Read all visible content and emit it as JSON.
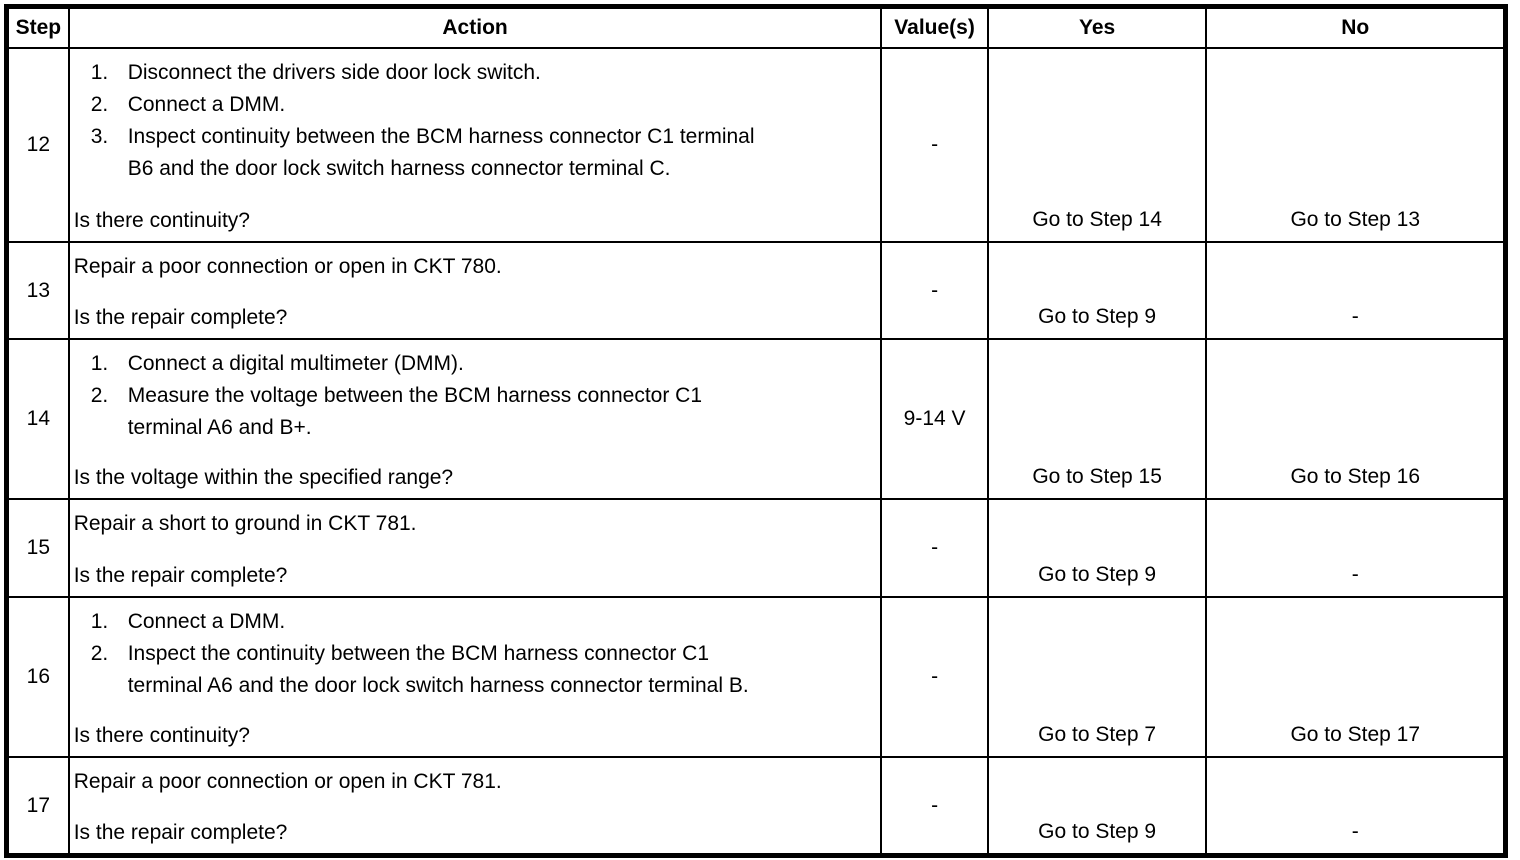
{
  "table": {
    "headers": {
      "step": "Step",
      "action": "Action",
      "values": "Value(s)",
      "yes": "Yes",
      "no": "No"
    },
    "rows": [
      {
        "step": "12",
        "items": [
          {
            "num": "1.",
            "text": "Disconnect the drivers side door lock switch."
          },
          {
            "num": "2.",
            "text": "Connect a DMM."
          },
          {
            "num": "3.",
            "text": "Inspect continuity between the BCM harness connector C1 terminal B6 and the door lock switch harness connector terminal C."
          }
        ],
        "statement": "",
        "question": "Is there continuity?",
        "value": "-",
        "yes": "Go to Step 14",
        "no": "Go to Step 13"
      },
      {
        "step": "13",
        "items": [],
        "statement": "Repair a poor connection or open in CKT 780.",
        "question": "Is the repair complete?",
        "value": "-",
        "yes": "Go to Step 9",
        "no": "-"
      },
      {
        "step": "14",
        "items": [
          {
            "num": "1.",
            "text": "Connect a digital multimeter (DMM)."
          },
          {
            "num": "2.",
            "text": "Measure the voltage between the BCM harness connector C1 terminal A6 and B+."
          }
        ],
        "statement": "",
        "question": "Is the voltage within the specified range?",
        "value": "9-14 V",
        "yes": "Go to Step 15",
        "no": "Go to Step 16"
      },
      {
        "step": "15",
        "items": [],
        "statement": "Repair a short to ground in CKT 781.",
        "question": "Is the repair complete?",
        "value": "-",
        "yes": "Go to Step 9",
        "no": "-"
      },
      {
        "step": "16",
        "items": [
          {
            "num": "1.",
            "text": "Connect a DMM."
          },
          {
            "num": "2.",
            "text": "Inspect the continuity between the BCM harness connector C1 terminal A6 and the door lock switch harness connector terminal B."
          }
        ],
        "statement": "",
        "question": "Is there continuity?",
        "value": "-",
        "yes": "Go to Step 7",
        "no": "Go to Step 17"
      },
      {
        "step": "17",
        "items": [],
        "statement": "Repair a poor connection or open in CKT 781.",
        "question": "Is the repair complete?",
        "value": "-",
        "yes": "Go to Step 9",
        "no": "-"
      }
    ]
  }
}
